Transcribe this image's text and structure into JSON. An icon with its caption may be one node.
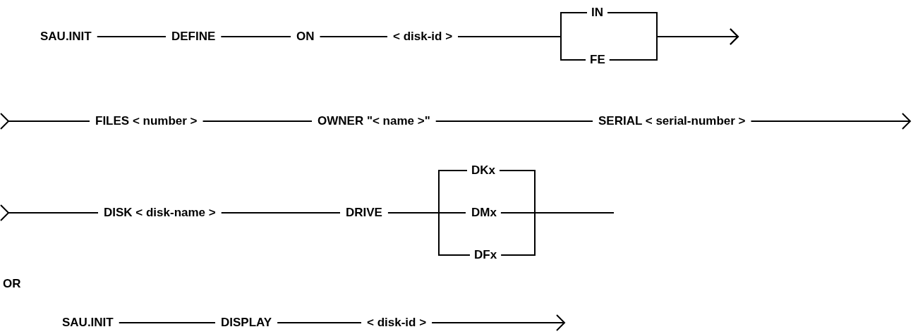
{
  "diagram": {
    "nodes": [
      {
        "text": [
          "SAU.INIT"
        ]
      },
      {
        "text": [
          "DEFINE"
        ]
      },
      {
        "text": [
          "ON"
        ]
      },
      {
        "text": [
          "< disk-id >"
        ]
      },
      {
        "text": [
          "IN"
        ]
      },
      {
        "text": [
          "FE"
        ]
      },
      {
        "text": [
          "FILES < number >"
        ]
      },
      {
        "text": [
          "OWNER \"< name >\""
        ]
      },
      {
        "text": [
          "SERIAL < serial-number >"
        ]
      },
      {
        "text": [
          "DISK < disk-name >"
        ]
      },
      {
        "text": [
          "DRIVE"
        ]
      },
      {
        "text": [
          "DKx"
        ]
      },
      {
        "text": [
          "DMx"
        ]
      },
      {
        "text": [
          "DFx"
        ]
      },
      {
        "text": [
          "SAU.INIT"
        ]
      },
      {
        "text": [
          "DISPLAY"
        ]
      },
      {
        "text": [
          "< disk-id >"
        ]
      }
    ],
    "edges": [
      {
        "from": 0,
        "to": 1,
        "arrow": "none"
      },
      {
        "from": 1,
        "to": 2,
        "arrow": "none"
      },
      {
        "from": 2,
        "to": 3,
        "arrow": "none"
      },
      {
        "from": 3,
        "to": 4,
        "arrow": "none"
      },
      {
        "from": 3,
        "to": 5,
        "arrow": "none"
      },
      {
        "from": 4,
        "to": null,
        "arrow": "to"
      },
      {
        "from": 5,
        "to": null,
        "arrow": "to"
      },
      {
        "from": null,
        "to": 6,
        "arrow": "other"
      },
      {
        "from": 6,
        "to": 7,
        "arrow": "none"
      },
      {
        "from": 7,
        "to": 8,
        "arrow": "none"
      },
      {
        "from": 8,
        "to": null,
        "arrow": "to"
      },
      {
        "from": null,
        "to": 9,
        "arrow": "other"
      },
      {
        "from": 9,
        "to": 10,
        "arrow": "none"
      },
      {
        "from": 10,
        "to": 11,
        "arrow": "none"
      },
      {
        "from": 10,
        "to": 12,
        "arrow": "none"
      },
      {
        "from": 10,
        "to": 13,
        "arrow": "none"
      },
      {
        "from": 11,
        "to": null,
        "arrow": "none"
      },
      {
        "from": 12,
        "to": null,
        "arrow": "none"
      },
      {
        "from": 13,
        "to": null,
        "arrow": "none"
      },
      {
        "from": 14,
        "to": 15,
        "arrow": "none"
      },
      {
        "from": 15,
        "to": 16,
        "arrow": "none"
      },
      {
        "from": 16,
        "to": null,
        "arrow": "to"
      }
    ],
    "labels": [
      "OR"
    ]
  }
}
